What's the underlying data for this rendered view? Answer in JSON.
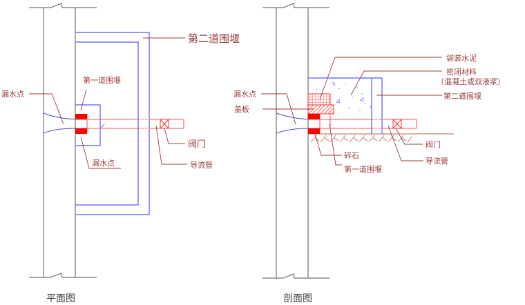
{
  "colors": {
    "wall": "#6e6e6e",
    "cofferdam": "#3a3aee",
    "pipe": "#ff5a5a",
    "plug": "#ff0000",
    "leader": "#9b3b3b",
    "ground": "#a86a5a"
  },
  "plan_view": {
    "caption": "平面图",
    "labels": {
      "second_cofferdam": "第二道围堰",
      "first_cofferdam": "第一道围堰",
      "leak_point_left": "漏水点",
      "leak_point_bottom": "漏水点",
      "valve": "阀门",
      "diversion_pipe": "导流管"
    }
  },
  "section_view": {
    "caption": "剖面图",
    "labels": {
      "bagged_cement": "袋装水泥",
      "sealing_material": "密闭材料",
      "sealing_material_note": "（混凝土或双液浆）",
      "second_cofferdam": "第二道围堰",
      "leak_point": "漏水点",
      "cover_plate": "盖板",
      "gravel": "碎石",
      "first_cofferdam": "第一道围堰",
      "valve": "阀门",
      "diversion_pipe": "导流管"
    }
  }
}
